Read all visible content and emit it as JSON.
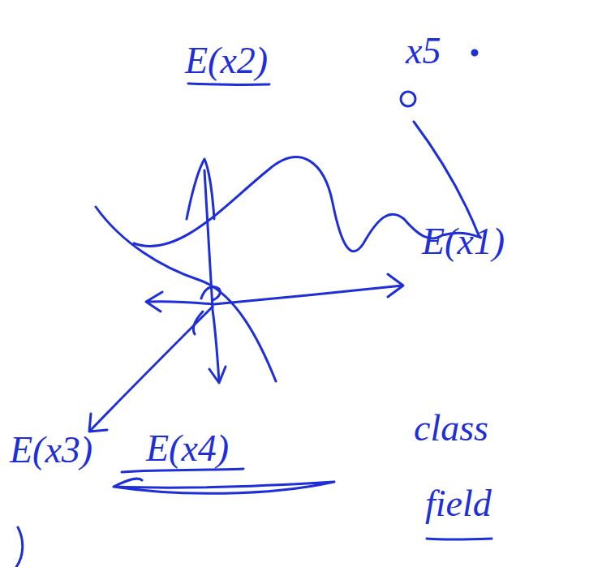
{
  "diagram": {
    "labels": [
      "E(x2)",
      "x5",
      "E(x1)",
      "E(x3)",
      "E(x4)",
      "class",
      "field"
    ]
  }
}
